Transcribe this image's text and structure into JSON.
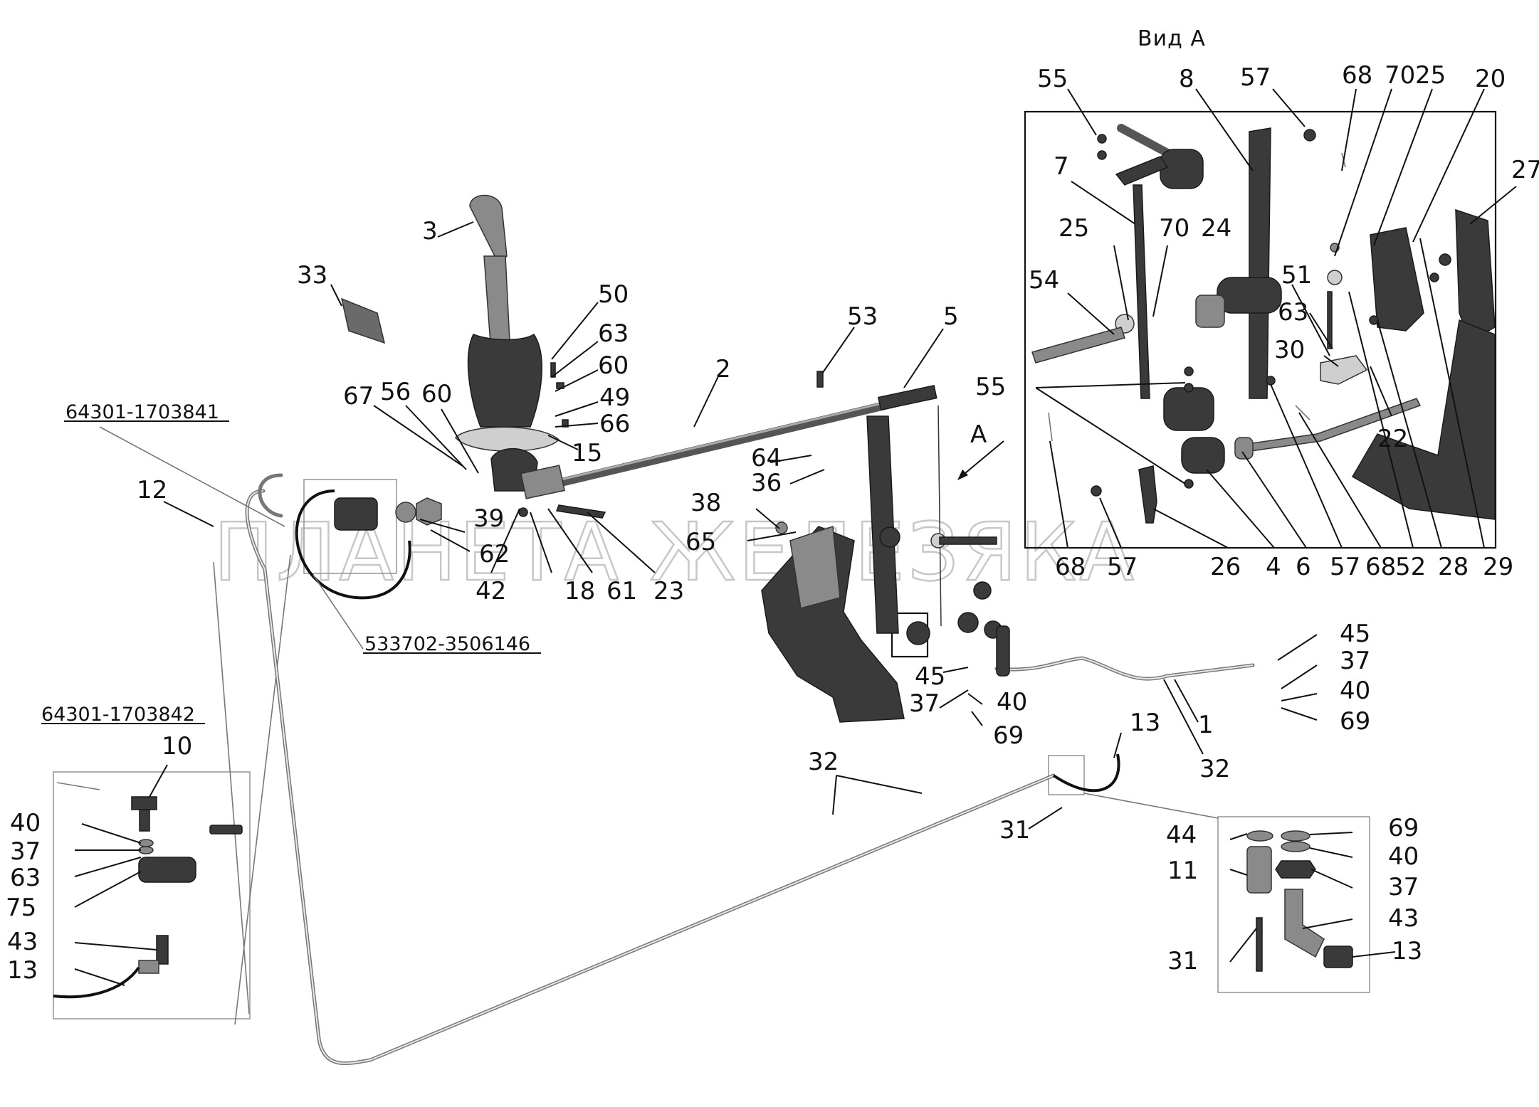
{
  "view_title": "Вид А",
  "view_arrow_label": "A",
  "watermark": "ПЛАНЕТА ЖЕЛЕЗЯКА",
  "references": {
    "ref_1703841": "64301-1703841",
    "ref_3506146": "533702-3506146",
    "ref_1703842": "64301-1703842"
  },
  "labels": [
    {
      "id": "l3",
      "text": "3"
    },
    {
      "id": "l33",
      "text": "33"
    },
    {
      "id": "l50",
      "text": "50"
    },
    {
      "id": "l63a",
      "text": "63"
    },
    {
      "id": "l60a",
      "text": "60"
    },
    {
      "id": "l49",
      "text": "49"
    },
    {
      "id": "l66",
      "text": "66"
    },
    {
      "id": "l15",
      "text": "15"
    },
    {
      "id": "l2",
      "text": "2"
    },
    {
      "id": "l53",
      "text": "53"
    },
    {
      "id": "l5",
      "text": "5"
    },
    {
      "id": "l67",
      "text": "67"
    },
    {
      "id": "l56",
      "text": "56"
    },
    {
      "id": "l60b",
      "text": "60"
    },
    {
      "id": "l12",
      "text": "12"
    },
    {
      "id": "l39",
      "text": "39"
    },
    {
      "id": "l62",
      "text": "62"
    },
    {
      "id": "l42",
      "text": "42"
    },
    {
      "id": "l18",
      "text": "18"
    },
    {
      "id": "l61",
      "text": "61"
    },
    {
      "id": "l23",
      "text": "23"
    },
    {
      "id": "l64",
      "text": "64"
    },
    {
      "id": "l36",
      "text": "36"
    },
    {
      "id": "l38",
      "text": "38"
    },
    {
      "id": "l65",
      "text": "65"
    },
    {
      "id": "l45a",
      "text": "45"
    },
    {
      "id": "l37a",
      "text": "37"
    },
    {
      "id": "l40a",
      "text": "40"
    },
    {
      "id": "l69a",
      "text": "69"
    },
    {
      "id": "l45b",
      "text": "45"
    },
    {
      "id": "l37b",
      "text": "37"
    },
    {
      "id": "l40b",
      "text": "40"
    },
    {
      "id": "l69b",
      "text": "69"
    },
    {
      "id": "l1",
      "text": "1"
    },
    {
      "id": "l32a",
      "text": "32"
    },
    {
      "id": "l13a",
      "text": "13"
    },
    {
      "id": "l32b",
      "text": "32"
    },
    {
      "id": "l31a",
      "text": "31"
    },
    {
      "id": "l10",
      "text": "10"
    },
    {
      "id": "l40c",
      "text": "40"
    },
    {
      "id": "l37c",
      "text": "37"
    },
    {
      "id": "l63c",
      "text": "63"
    },
    {
      "id": "l75",
      "text": "75"
    },
    {
      "id": "l43a",
      "text": "43"
    },
    {
      "id": "l13b",
      "text": "13"
    },
    {
      "id": "l44",
      "text": "44"
    },
    {
      "id": "l11",
      "text": "11"
    },
    {
      "id": "l31b",
      "text": "31"
    },
    {
      "id": "l69c",
      "text": "69"
    },
    {
      "id": "l40d",
      "text": "40"
    },
    {
      "id": "l37d",
      "text": "37"
    },
    {
      "id": "l43b",
      "text": "43"
    },
    {
      "id": "l13c",
      "text": "13"
    },
    {
      "id": "v55a",
      "text": "55"
    },
    {
      "id": "v8",
      "text": "8"
    },
    {
      "id": "v57a",
      "text": "57"
    },
    {
      "id": "v68a",
      "text": "68"
    },
    {
      "id": "v70a",
      "text": "70"
    },
    {
      "id": "v25a",
      "text": "25"
    },
    {
      "id": "v20",
      "text": "20"
    },
    {
      "id": "v27",
      "text": "27"
    },
    {
      "id": "v7",
      "text": "7"
    },
    {
      "id": "v25b",
      "text": "25"
    },
    {
      "id": "v70b",
      "text": "70"
    },
    {
      "id": "v24",
      "text": "24"
    },
    {
      "id": "v54",
      "text": "54"
    },
    {
      "id": "v51",
      "text": "51"
    },
    {
      "id": "v63",
      "text": "63"
    },
    {
      "id": "v30",
      "text": "30"
    },
    {
      "id": "v55b",
      "text": "55"
    },
    {
      "id": "v22",
      "text": "22"
    },
    {
      "id": "v68b",
      "text": "68"
    },
    {
      "id": "v57b",
      "text": "57"
    },
    {
      "id": "v26",
      "text": "26"
    },
    {
      "id": "v4",
      "text": "4"
    },
    {
      "id": "v6",
      "text": "6"
    },
    {
      "id": "v57c",
      "text": "57"
    },
    {
      "id": "v68c",
      "text": "68"
    },
    {
      "id": "v52",
      "text": "52"
    },
    {
      "id": "v28",
      "text": "28"
    },
    {
      "id": "v29",
      "text": "29"
    }
  ]
}
